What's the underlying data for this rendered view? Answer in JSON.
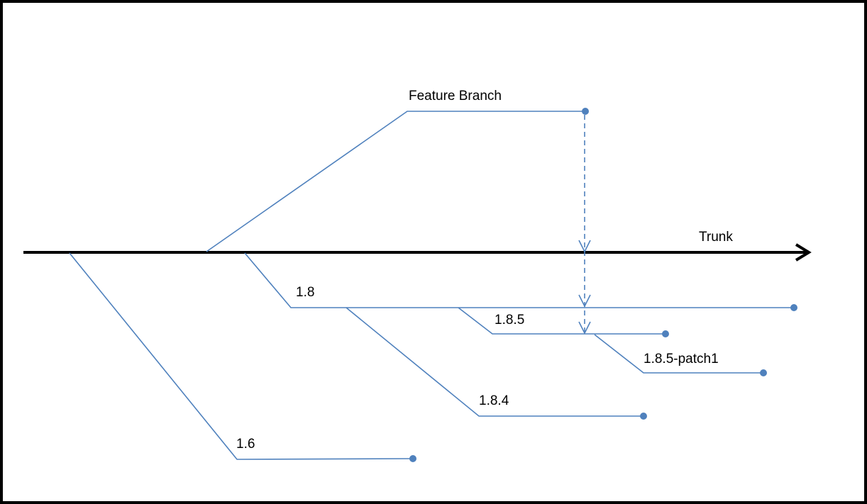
{
  "diagram": {
    "trunk_label": "Trunk",
    "feature_branch_label": "Feature Branch",
    "branches": {
      "v1_8": "1.8",
      "v1_8_5": "1.8.5",
      "v1_8_5_patch1": "1.8.5-patch1",
      "v1_8_4": "1.8.4",
      "v1_6": "1.6"
    }
  },
  "colors": {
    "frame": "#000000",
    "trunk": "#000000",
    "branch": "#4F81BD"
  }
}
